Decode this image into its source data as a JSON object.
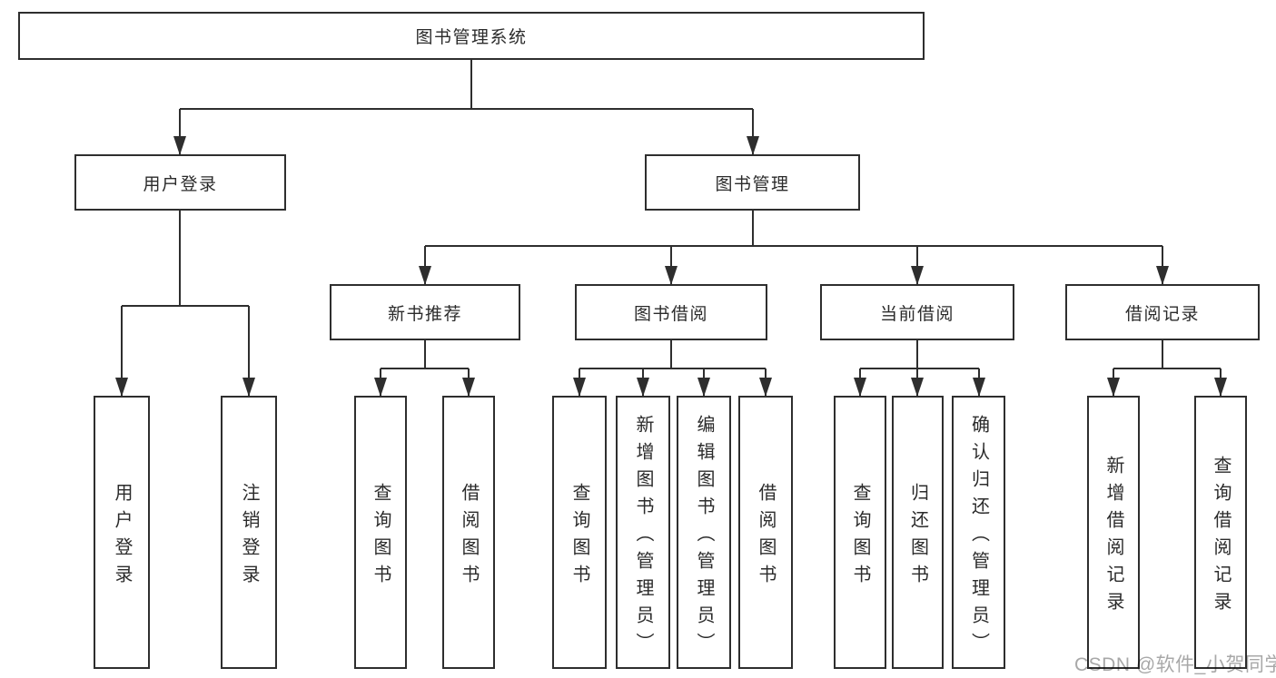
{
  "diagram": {
    "root": {
      "label": "图书管理系统"
    },
    "level2": [
      {
        "label": "用户登录"
      },
      {
        "label": "图书管理"
      }
    ],
    "level3": [
      {
        "label": "新书推荐"
      },
      {
        "label": "图书借阅"
      },
      {
        "label": "当前借阅"
      },
      {
        "label": "借阅记录"
      }
    ],
    "leaves": [
      {
        "label": "用户登录"
      },
      {
        "label": "注销登录"
      },
      {
        "label": "查询图书"
      },
      {
        "label": "借阅图书"
      },
      {
        "label": "查询图书"
      },
      {
        "label": "新增图书（管理员）"
      },
      {
        "label": "编辑图书（管理员）"
      },
      {
        "label": "借阅图书"
      },
      {
        "label": "查询图书"
      },
      {
        "label": "归还图书"
      },
      {
        "label": "确认归还（管理员）"
      },
      {
        "label": "新增借阅记录"
      },
      {
        "label": "查询借阅记录"
      }
    ]
  },
  "watermark": {
    "text": "CSDN @软件_小贺同学"
  },
  "colors": {
    "line": "#2e2e2e",
    "text": "#2b2b2b",
    "box_background": "#ffffff",
    "watermark": "#a8a8a8"
  }
}
